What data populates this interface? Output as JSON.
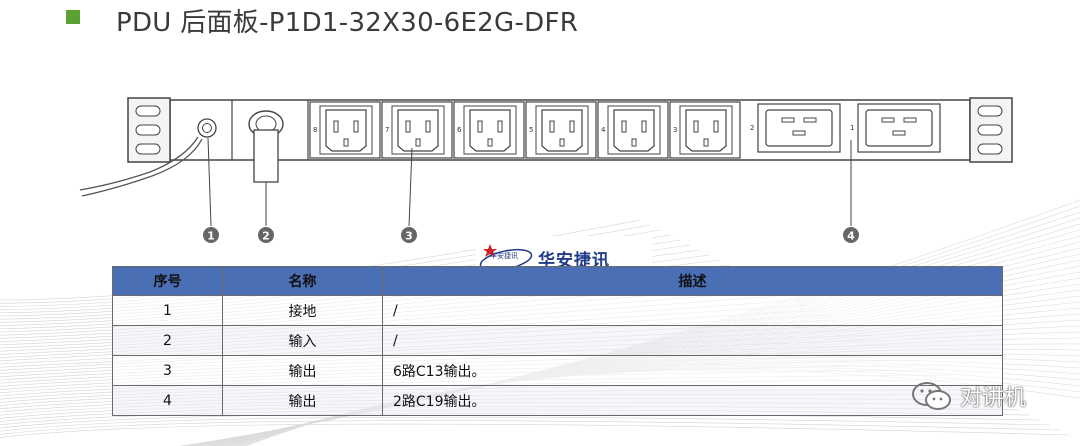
{
  "title": "PDU 后面板-P1D1-32X30-6E2G-DFR",
  "colors": {
    "accent_green": "#5aa132",
    "header_blue": "#4a6fb5",
    "logo_blue": "#1e3b8a"
  },
  "diagram": {
    "callouts": [
      "1",
      "2",
      "3",
      "4"
    ],
    "c13_outlet_numbers": [
      "8",
      "7",
      "6",
      "5",
      "4",
      "3"
    ],
    "c19_outlet_numbers": [
      "2",
      "1"
    ]
  },
  "logo": {
    "name": "华安捷讯",
    "small_text": "华安捷讯",
    "icon": "satellite-star-icon"
  },
  "table": {
    "headers": [
      "序号",
      "名称",
      "描述"
    ],
    "rows": [
      [
        "1",
        "接地",
        "/"
      ],
      [
        "2",
        "输入",
        "/"
      ],
      [
        "3",
        "输出",
        "6路C13输出。"
      ],
      [
        "4",
        "输出",
        "2路C19输出。"
      ]
    ]
  },
  "watermark": {
    "text": "对讲机",
    "icon": "wechat-icon"
  }
}
